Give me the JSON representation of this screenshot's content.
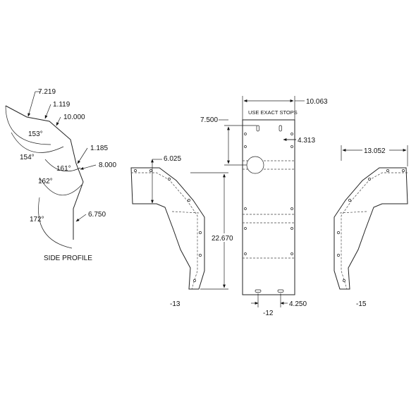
{
  "side_profile": {
    "title": "SIDE PROFILE",
    "dims": {
      "d1": "7.219",
      "d2": "1.119",
      "d3": "10.000",
      "d4": "1.185",
      "d5": "8.000",
      "d6": "6.750"
    },
    "angles": {
      "a1": "153°",
      "a2": "154°",
      "a3": "161°",
      "a4": "162°",
      "a5": "172°"
    }
  },
  "part_13": {
    "label": "-13",
    "dim_top": "6.025",
    "dim_height": "22.670"
  },
  "part_12": {
    "label": "-12",
    "note": "USE EXACT STOPS",
    "dim_width": "10.063",
    "dim_left": "7.500",
    "dim_slot": "4.313",
    "dim_bottom": "4.250"
  },
  "part_15": {
    "label": "-15",
    "dim_width": "13.052"
  }
}
